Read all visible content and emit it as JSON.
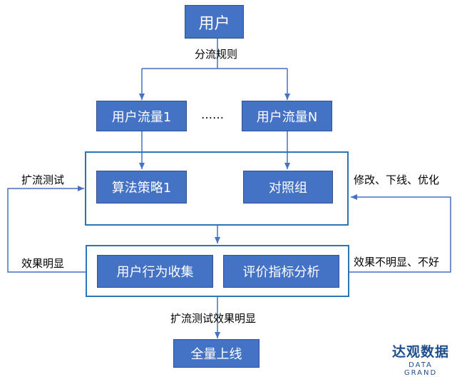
{
  "nodes": {
    "user": "用户",
    "traffic_1": "用户流量1",
    "ellipsis": "……",
    "traffic_n": "用户流量N",
    "strategy": "算法策略1",
    "control": "对照组",
    "collect": "用户行为收集",
    "analysis": "评价指标分析",
    "launch": "全量上线"
  },
  "labels": {
    "split_rule": "分流规则",
    "expand_test_left": "扩流测试",
    "effect_clear_left": "效果明显",
    "modify_right": "修改、下线、优化",
    "effect_unclear_right": "效果不明显、不好",
    "expand_effect_clear": "扩流测试效果明显"
  },
  "logo": {
    "main": "达观数据",
    "sub": "DATA GRAND"
  },
  "colors": {
    "node_fill": "#4472c4",
    "node_border": "#2f528f",
    "connector": "#4472c4",
    "frame": "#2e75b6",
    "logo": "#1f4e8c"
  }
}
